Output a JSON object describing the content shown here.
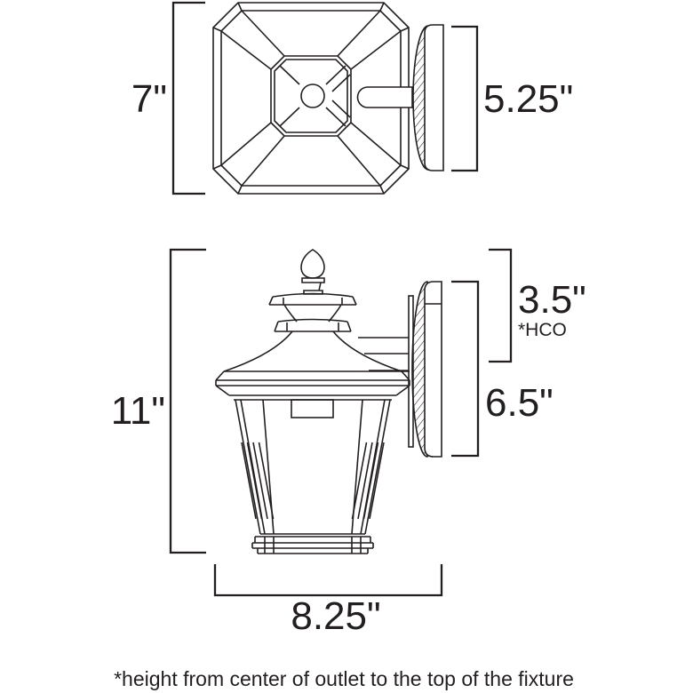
{
  "colors": {
    "line": "#231f20",
    "background": "#ffffff"
  },
  "top_view": {
    "width_label": "7\"",
    "depth_label": "5.25\""
  },
  "side_view": {
    "height_label": "11\"",
    "outlet_to_top_label": "3.5\"",
    "outlet_note": "*HCO",
    "backplate_height_label": "6.5\"",
    "width_label": "8.25\""
  },
  "footnote": "*height from center of outlet to the top of the fixture"
}
